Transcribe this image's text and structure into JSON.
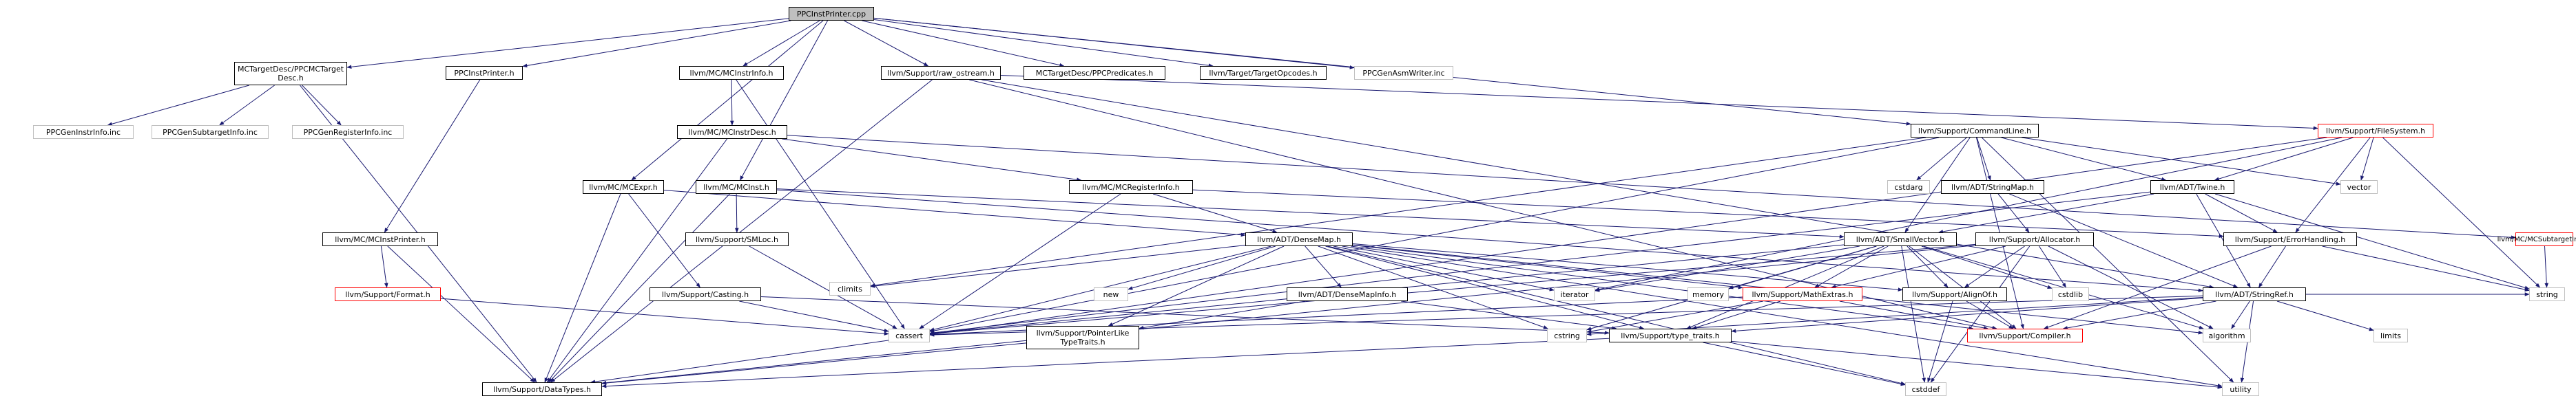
{
  "nodes": [
    {
      "id": "ppcinstprinter_cpp",
      "label": "PPCInstPrinter.cpp",
      "kind": "focus"
    },
    {
      "id": "mctargetdesc_ppcmctargetdesc_h",
      "label": "MCTargetDesc/PPCMCTarget\nDesc.h",
      "kind": "normal"
    },
    {
      "id": "ppcinstprinter_h",
      "label": "PPCInstPrinter.h",
      "kind": "normal"
    },
    {
      "id": "mc_mcinstrinfo_h",
      "label": "llvm/MC/MCInstrInfo.h",
      "kind": "normal"
    },
    {
      "id": "support_raw_ostream_h",
      "label": "llvm/Support/raw_ostream.h",
      "kind": "normal"
    },
    {
      "id": "mctargetdesc_ppcpredicates_h",
      "label": "MCTargetDesc/PPCPredicates.h",
      "kind": "normal"
    },
    {
      "id": "target_targetopcodes_h",
      "label": "llvm/Target/TargetOpcodes.h",
      "kind": "normal"
    },
    {
      "id": "ppcgenasmwriter_inc",
      "label": "PPCGenAsmWriter.inc",
      "kind": "sys"
    },
    {
      "id": "ppcgeninstrinfo_inc",
      "label": "PPCGenInstrInfo.inc",
      "kind": "sys"
    },
    {
      "id": "ppcgensubtargetinfo_inc",
      "label": "PPCGenSubtargetInfo.inc",
      "kind": "sys"
    },
    {
      "id": "ppcgenregisterinfo_inc",
      "label": "PPCGenRegisterInfo.inc",
      "kind": "sys"
    },
    {
      "id": "mc_mcinstrdesc_h",
      "label": "llvm/MC/MCInstrDesc.h",
      "kind": "normal"
    },
    {
      "id": "support_commandline_h",
      "label": "llvm/Support/CommandLine.h",
      "kind": "normal"
    },
    {
      "id": "support_filesystem_h",
      "label": "llvm/Support/FileSystem.h",
      "kind": "red"
    },
    {
      "id": "mc_mcexpr_h",
      "label": "llvm/MC/MCExpr.h",
      "kind": "normal"
    },
    {
      "id": "mc_mcinst_h",
      "label": "llvm/MC/MCInst.h",
      "kind": "normal"
    },
    {
      "id": "mc_mcregisterinfo_h",
      "label": "llvm/MC/MCRegisterInfo.h",
      "kind": "normal"
    },
    {
      "id": "cstdarg",
      "label": "cstdarg",
      "kind": "sys"
    },
    {
      "id": "adt_stringmap_h",
      "label": "llvm/ADT/StringMap.h",
      "kind": "normal"
    },
    {
      "id": "adt_twine_h",
      "label": "llvm/ADT/Twine.h",
      "kind": "normal"
    },
    {
      "id": "vector",
      "label": "vector",
      "kind": "sys"
    },
    {
      "id": "mc_mcinstprinter_h",
      "label": "llvm/MC/MCInstPrinter.h",
      "kind": "normal"
    },
    {
      "id": "support_smloc_h",
      "label": "llvm/Support/SMLoc.h",
      "kind": "normal"
    },
    {
      "id": "adt_smallvector_h",
      "label": "llvm/ADT/SmallVector.h",
      "kind": "normal"
    },
    {
      "id": "support_allocator_h",
      "label": "llvm/Support/Allocator.h",
      "kind": "normal"
    },
    {
      "id": "support_errorhandling_h",
      "label": "llvm/Support/ErrorHandling.h",
      "kind": "normal"
    },
    {
      "id": "mc_mcsubtargetinfo_h",
      "label": "llvm/MC/MCSubtargetInfo.h",
      "kind": "red"
    },
    {
      "id": "adt_densemap_h",
      "label": "llvm/ADT/DenseMap.h",
      "kind": "normal"
    },
    {
      "id": "support_format_h",
      "label": "llvm/Support/Format.h",
      "kind": "red"
    },
    {
      "id": "support_casting_h",
      "label": "llvm/Support/Casting.h",
      "kind": "normal"
    },
    {
      "id": "climits",
      "label": "climits",
      "kind": "sys"
    },
    {
      "id": "new",
      "label": "new",
      "kind": "sys"
    },
    {
      "id": "adt_densemapinfo_h",
      "label": "llvm/ADT/DenseMapInfo.h",
      "kind": "normal"
    },
    {
      "id": "iterator",
      "label": "iterator",
      "kind": "sys"
    },
    {
      "id": "memory",
      "label": "memory",
      "kind": "sys"
    },
    {
      "id": "support_mathextras_h",
      "label": "llvm/Support/MathExtras.h",
      "kind": "red"
    },
    {
      "id": "support_alignof_h",
      "label": "llvm/Support/AlignOf.h",
      "kind": "normal"
    },
    {
      "id": "cstdlib",
      "label": "cstdlib",
      "kind": "sys"
    },
    {
      "id": "adt_stringref_h",
      "label": "llvm/ADT/StringRef.h",
      "kind": "normal"
    },
    {
      "id": "string",
      "label": "string",
      "kind": "sys"
    },
    {
      "id": "cassert",
      "label": "cassert",
      "kind": "sys"
    },
    {
      "id": "support_pointerliketypetraits_h",
      "label": "llvm/Support/PointerLike\nTypeTraits.h",
      "kind": "normal"
    },
    {
      "id": "support_type_traits_h",
      "label": "llvm/Support/type_traits.h",
      "kind": "normal"
    },
    {
      "id": "cstring",
      "label": "cstring",
      "kind": "sys"
    },
    {
      "id": "support_compiler_h",
      "label": "llvm/Support/Compiler.h",
      "kind": "red"
    },
    {
      "id": "algorithm",
      "label": "algorithm",
      "kind": "sys"
    },
    {
      "id": "limits",
      "label": "limits",
      "kind": "sys"
    },
    {
      "id": "support_datatypes_h",
      "label": "llvm/Support/DataTypes.h",
      "kind": "normal"
    },
    {
      "id": "cstddef",
      "label": "cstddef",
      "kind": "sys"
    },
    {
      "id": "utility",
      "label": "utility",
      "kind": "sys"
    }
  ],
  "edges": [
    [
      "ppcinstprinter_cpp",
      "mctargetdesc_ppcmctargetdesc_h"
    ],
    [
      "ppcinstprinter_cpp",
      "ppcinstprinter_h"
    ],
    [
      "ppcinstprinter_cpp",
      "mc_mcexpr_h"
    ],
    [
      "ppcinstprinter_cpp",
      "mc_mcinstrinfo_h"
    ],
    [
      "ppcinstprinter_cpp",
      "mc_mcinst_h"
    ],
    [
      "ppcinstprinter_cpp",
      "support_raw_ostream_h"
    ],
    [
      "ppcinstprinter_cpp",
      "mctargetdesc_ppcpredicates_h"
    ],
    [
      "ppcinstprinter_cpp",
      "target_targetopcodes_h"
    ],
    [
      "ppcinstprinter_cpp",
      "ppcgenasmwriter_inc"
    ],
    [
      "ppcinstprinter_cpp",
      "support_commandline_h"
    ],
    [
      "mctargetdesc_ppcmctargetdesc_h",
      "ppcgeninstrinfo_inc"
    ],
    [
      "mctargetdesc_ppcmctargetdesc_h",
      "ppcgensubtargetinfo_inc"
    ],
    [
      "mctargetdesc_ppcmctargetdesc_h",
      "ppcgenregisterinfo_inc"
    ],
    [
      "mctargetdesc_ppcmctargetdesc_h",
      "support_datatypes_h"
    ],
    [
      "ppcinstprinter_h",
      "mc_mcinstprinter_h"
    ],
    [
      "mc_mcinstprinter_h",
      "support_format_h"
    ],
    [
      "mc_mcinstprinter_h",
      "support_datatypes_h"
    ],
    [
      "support_format_h",
      "cassert"
    ],
    [
      "mc_mcinstrinfo_h",
      "mc_mcinstrdesc_h"
    ],
    [
      "mc_mcinstrinfo_h",
      "cassert"
    ],
    [
      "mc_mcinstrdesc_h",
      "mc_mcregisterinfo_h"
    ],
    [
      "mc_mcinstrdesc_h",
      "support_datatypes_h"
    ],
    [
      "mc_mcinstrdesc_h",
      "mc_mcsubtargetinfo_h"
    ],
    [
      "support_raw_ostream_h",
      "support_filesystem_h"
    ],
    [
      "support_raw_ostream_h",
      "adt_stringref_h"
    ],
    [
      "support_raw_ostream_h",
      "support_compiler_h"
    ],
    [
      "support_raw_ostream_h",
      "support_datatypes_h"
    ],
    [
      "mc_mcexpr_h",
      "support_casting_h"
    ],
    [
      "mc_mcexpr_h",
      "support_datatypes_h"
    ],
    [
      "mc_mcexpr_h",
      "adt_densemap_h"
    ],
    [
      "mc_mcinst_h",
      "support_smloc_h"
    ],
    [
      "mc_mcinst_h",
      "adt_smallvector_h"
    ],
    [
      "mc_mcinst_h",
      "adt_stringref_h"
    ],
    [
      "mc_mcinst_h",
      "support_datatypes_h"
    ],
    [
      "mc_mcregisterinfo_h",
      "adt_densemap_h"
    ],
    [
      "mc_mcregisterinfo_h",
      "support_errorhandling_h"
    ],
    [
      "mc_mcregisterinfo_h",
      "cassert"
    ],
    [
      "support_commandline_h",
      "adt_smallvector_h"
    ],
    [
      "support_commandline_h",
      "adt_stringmap_h"
    ],
    [
      "support_commandline_h",
      "adt_twine_h"
    ],
    [
      "support_commandline_h",
      "cstdarg"
    ],
    [
      "support_commandline_h",
      "vector"
    ],
    [
      "support_commandline_h",
      "support_compiler_h"
    ],
    [
      "support_commandline_h",
      "climits"
    ],
    [
      "support_commandline_h",
      "cassert"
    ],
    [
      "support_commandline_h",
      "utility"
    ],
    [
      "support_filesystem_h",
      "adt_twine_h"
    ],
    [
      "support_filesystem_h",
      "support_errorhandling_h"
    ],
    [
      "support_filesystem_h",
      "vector"
    ],
    [
      "support_filesystem_h",
      "string"
    ],
    [
      "support_filesystem_h",
      "iterator"
    ],
    [
      "support_filesystem_h",
      "support_datatypes_h"
    ],
    [
      "adt_stringmap_h",
      "support_allocator_h"
    ],
    [
      "adt_stringmap_h",
      "adt_stringref_h"
    ],
    [
      "adt_twine_h",
      "adt_smallvector_h"
    ],
    [
      "adt_twine_h",
      "adt_stringref_h"
    ],
    [
      "adt_twine_h",
      "support_errorhandling_h"
    ],
    [
      "adt_twine_h",
      "cassert"
    ],
    [
      "adt_twine_h",
      "string"
    ],
    [
      "support_smloc_h",
      "cassert"
    ],
    [
      "adt_smallvector_h",
      "support_alignof_h"
    ],
    [
      "adt_smallvector_h",
      "support_compiler_h"
    ],
    [
      "adt_smallvector_h",
      "support_mathextras_h"
    ],
    [
      "adt_smallvector_h",
      "support_type_traits_h"
    ],
    [
      "adt_smallvector_h",
      "algorithm"
    ],
    [
      "adt_smallvector_h",
      "cassert"
    ],
    [
      "adt_smallvector_h",
      "cstddef"
    ],
    [
      "adt_smallvector_h",
      "cstdlib"
    ],
    [
      "adt_smallvector_h",
      "cstring"
    ],
    [
      "adt_smallvector_h",
      "iterator"
    ],
    [
      "adt_smallvector_h",
      "memory"
    ],
    [
      "support_allocator_h",
      "support_alignof_h"
    ],
    [
      "support_allocator_h",
      "support_datatypes_h"
    ],
    [
      "support_allocator_h",
      "support_mathextras_h"
    ],
    [
      "support_allocator_h",
      "algorithm"
    ],
    [
      "support_allocator_h",
      "cassert"
    ],
    [
      "support_allocator_h",
      "cstddef"
    ],
    [
      "support_allocator_h",
      "cstdlib"
    ],
    [
      "support_errorhandling_h",
      "adt_stringref_h"
    ],
    [
      "support_errorhandling_h",
      "support_compiler_h"
    ],
    [
      "support_errorhandling_h",
      "string"
    ],
    [
      "mc_mcsubtargetinfo_h",
      "string"
    ],
    [
      "adt_densemap_h",
      "adt_densemapinfo_h"
    ],
    [
      "adt_densemap_h",
      "support_alignof_h"
    ],
    [
      "adt_densemap_h",
      "support_compiler_h"
    ],
    [
      "adt_densemap_h",
      "support_mathextras_h"
    ],
    [
      "adt_densemap_h",
      "support_pointerliketypetraits_h"
    ],
    [
      "adt_densemap_h",
      "support_type_traits_h"
    ],
    [
      "adt_densemap_h",
      "algorithm"
    ],
    [
      "adt_densemap_h",
      "cassert"
    ],
    [
      "adt_densemap_h",
      "climits"
    ],
    [
      "adt_densemap_h",
      "cstddef"
    ],
    [
      "adt_densemap_h",
      "cstring"
    ],
    [
      "adt_densemap_h",
      "iterator"
    ],
    [
      "adt_densemap_h",
      "new"
    ],
    [
      "adt_densemap_h",
      "utility"
    ],
    [
      "support_casting_h",
      "support_type_traits_h"
    ],
    [
      "support_casting_h",
      "cassert"
    ],
    [
      "adt_densemapinfo_h",
      "support_pointerliketypetraits_h"
    ],
    [
      "adt_densemapinfo_h",
      "support_type_traits_h"
    ],
    [
      "support_mathextras_h",
      "support_compiler_h"
    ],
    [
      "support_mathextras_h",
      "support_type_traits_h"
    ],
    [
      "support_mathextras_h",
      "cassert"
    ],
    [
      "support_mathextras_h",
      "cstring"
    ],
    [
      "support_alignof_h",
      "support_compiler_h"
    ],
    [
      "support_alignof_h",
      "cstddef"
    ],
    [
      "adt_stringref_h",
      "support_compiler_h"
    ],
    [
      "adt_stringref_h",
      "support_type_traits_h"
    ],
    [
      "adt_stringref_h",
      "algorithm"
    ],
    [
      "adt_stringref_h",
      "cassert"
    ],
    [
      "adt_stringref_h",
      "cstring"
    ],
    [
      "adt_stringref_h",
      "limits"
    ],
    [
      "adt_stringref_h",
      "string"
    ],
    [
      "adt_stringref_h",
      "utility"
    ],
    [
      "support_pointerliketypetraits_h",
      "support_datatypes_h"
    ],
    [
      "support_type_traits_h",
      "support_datatypes_h"
    ],
    [
      "support_type_traits_h",
      "cstddef"
    ],
    [
      "support_type_traits_h",
      "utility"
    ]
  ],
  "colors": {
    "edge": "#191970",
    "focus_fill": "#bfbfbf",
    "normal_border": "#000000",
    "missing_border": "#ff0000",
    "system_border": "#bfbfbf"
  }
}
